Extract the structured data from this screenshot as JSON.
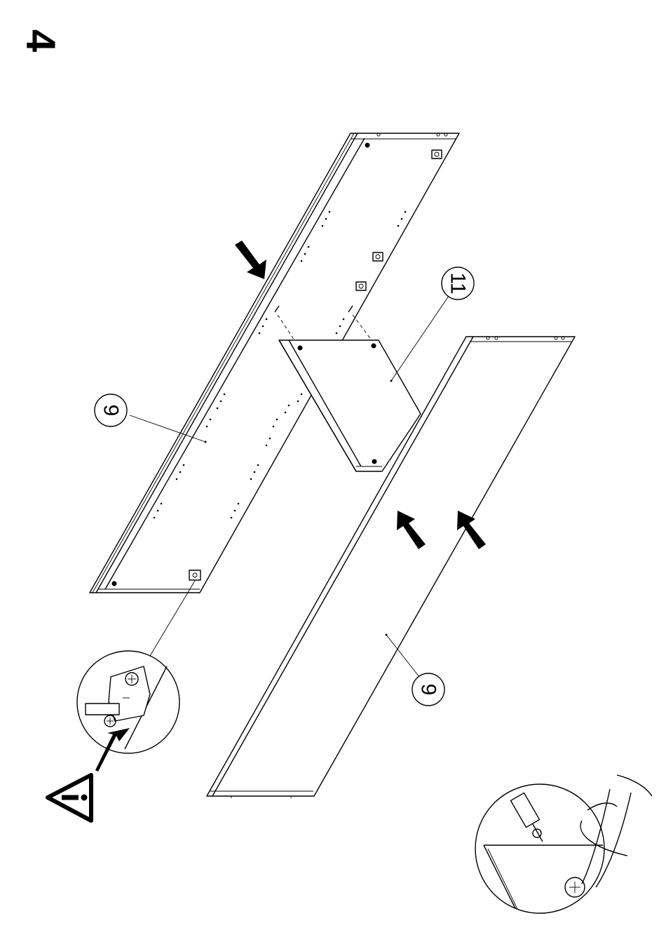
{
  "step": {
    "number": "4"
  },
  "parts": [
    {
      "id": "side-panel-upper",
      "label": "9"
    },
    {
      "id": "shelf",
      "label": "11"
    },
    {
      "id": "side-panel-lower",
      "label": "9"
    }
  ],
  "icons": {
    "warning": "warning-triangle-icon",
    "screwdriver": "screwdriver-icon",
    "push_arrow": "arrow-icon"
  },
  "colors": {
    "ink": "#000000",
    "paper": "#ffffff"
  }
}
